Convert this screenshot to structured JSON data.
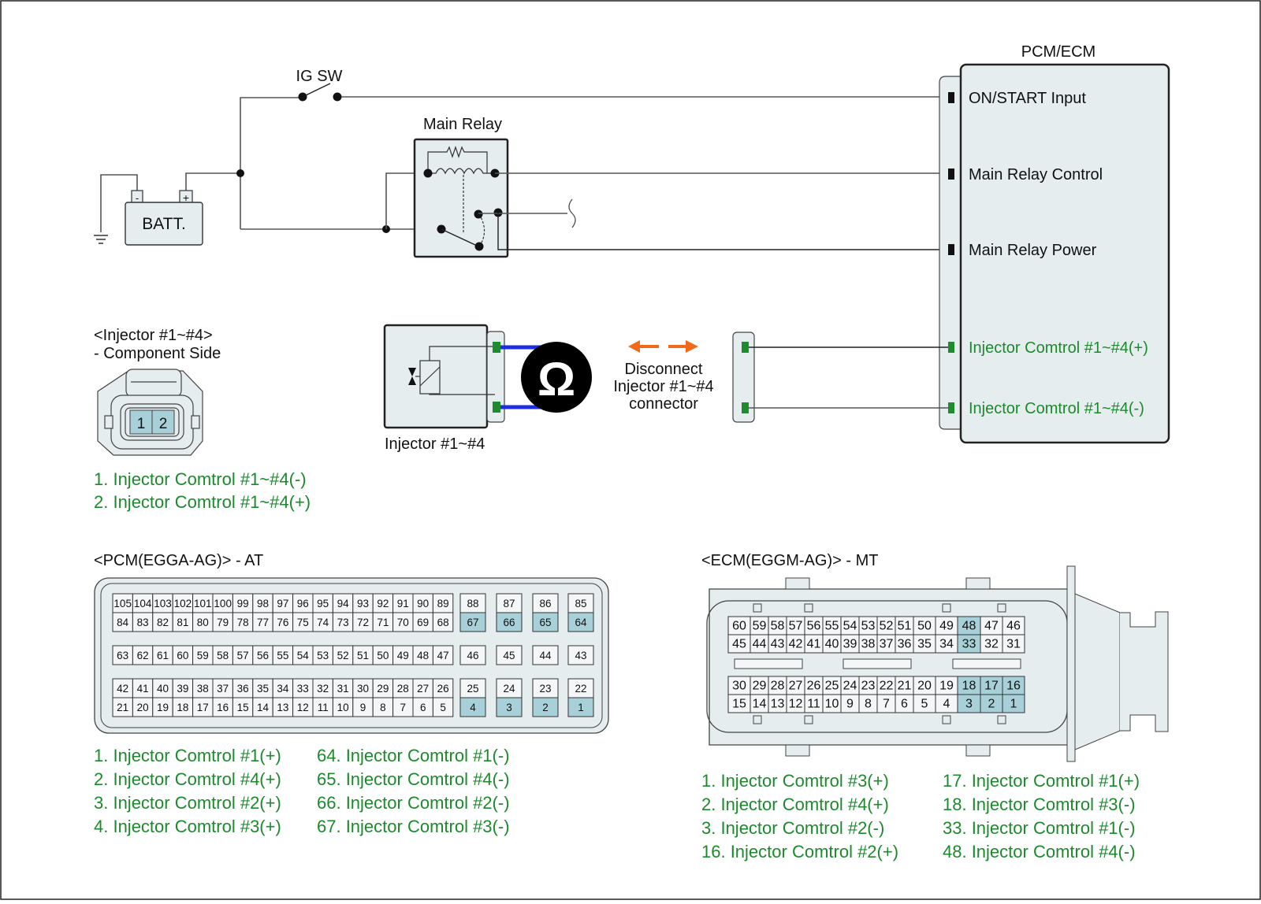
{
  "battery": {
    "label": "BATT.",
    "neg_terminal": "-",
    "pos_terminal": "+"
  },
  "ig_switch": {
    "label": "IG SW"
  },
  "main_relay": {
    "label": "Main Relay"
  },
  "pcm_ecm": {
    "title": "PCM/ECM",
    "pins": [
      {
        "label": "ON/START Input",
        "color": "#111111"
      },
      {
        "label": "Main Relay Control",
        "color": "#111111"
      },
      {
        "label": "Main Relay Power",
        "color": "#111111"
      },
      {
        "label": "Injector Comtrol #1~#4(+)",
        "color": "#1c8a2c"
      },
      {
        "label": "Injector Comtrol #1~#4(-)",
        "color": "#1c8a2c"
      }
    ]
  },
  "injector": {
    "label": "Injector #1~#4",
    "ohmmeter_symbol": "Ω",
    "disconnect_note": [
      "Disconnect",
      "Injector #1~#4",
      "connector"
    ]
  },
  "injector_connector": {
    "title": "<Injector #1~#4>",
    "subtitle": "- Component Side",
    "pins": [
      "1",
      "2"
    ],
    "pin_functions": [
      "1. Injector Comtrol #1~#4(-)",
      "2. Injector Comtrol #1~#4(+)"
    ]
  },
  "pcm_connector": {
    "title": "<PCM(EGGA-AG)> - AT",
    "main_block": {
      "row_top_a": [
        "105",
        "104",
        "103",
        "102",
        "101",
        "100",
        "99",
        "98",
        "97",
        "96",
        "95",
        "94",
        "93",
        "92",
        "91",
        "90",
        "89"
      ],
      "row_top_b": [
        "84",
        "83",
        "82",
        "81",
        "80",
        "79",
        "78",
        "77",
        "76",
        "75",
        "74",
        "73",
        "72",
        "71",
        "70",
        "69",
        "68"
      ],
      "row_mid": [
        "63",
        "62",
        "61",
        "60",
        "59",
        "58",
        "57",
        "56",
        "55",
        "54",
        "53",
        "52",
        "51",
        "50",
        "49",
        "48",
        "47"
      ],
      "row_bot_a": [
        "42",
        "41",
        "40",
        "39",
        "38",
        "37",
        "36",
        "35",
        "34",
        "33",
        "32",
        "31",
        "30",
        "29",
        "28",
        "27",
        "26"
      ],
      "row_bot_b": [
        "21",
        "20",
        "19",
        "18",
        "17",
        "16",
        "15",
        "14",
        "13",
        "12",
        "11",
        "10",
        "9",
        "8",
        "7",
        "6",
        "5"
      ]
    },
    "side_columns": [
      {
        "top": [
          "88",
          "67"
        ],
        "mid": "46",
        "bot": [
          "25",
          "4"
        ]
      },
      {
        "top": [
          "87",
          "66"
        ],
        "mid": "45",
        "bot": [
          "24",
          "3"
        ]
      },
      {
        "top": [
          "86",
          "65"
        ],
        "mid": "44",
        "bot": [
          "23",
          "2"
        ]
      },
      {
        "top": [
          "85",
          "64"
        ],
        "mid": "43",
        "bot": [
          "22",
          "1"
        ]
      }
    ],
    "highlighted_pins": [
      "67",
      "66",
      "65",
      "64",
      "4",
      "3",
      "2",
      "1"
    ],
    "pin_functions_left": [
      "1. Injector Comtrol #1(+)",
      "2. Injector Comtrol #4(+)",
      "3. Injector Comtrol #2(+)",
      "4. Injector Comtrol #3(+)"
    ],
    "pin_functions_right": [
      "64. Injector Comtrol #1(-)",
      "65. Injector Comtrol #4(-)",
      "66. Injector Comtrol #2(-)",
      "67. Injector Comtrol #3(-)"
    ]
  },
  "ecm_connector": {
    "title": "<ECM(EGGM-AG)> - MT",
    "upper_rows": [
      [
        "60",
        "59",
        "58",
        "57",
        "56",
        "55",
        "54",
        "53",
        "52",
        "51",
        "50",
        "49",
        "48",
        "47",
        "46"
      ],
      [
        "45",
        "44",
        "43",
        "42",
        "41",
        "40",
        "39",
        "38",
        "37",
        "36",
        "35",
        "34",
        "33",
        "32",
        "31"
      ]
    ],
    "lower_rows": [
      [
        "30",
        "29",
        "28",
        "27",
        "26",
        "25",
        "24",
        "23",
        "22",
        "21",
        "20",
        "19",
        "18",
        "17",
        "16"
      ],
      [
        "15",
        "14",
        "13",
        "12",
        "11",
        "10",
        "9",
        "8",
        "7",
        "6",
        "5",
        "4",
        "3",
        "2",
        "1"
      ]
    ],
    "highlighted_pins": [
      "48",
      "33",
      "18",
      "17",
      "16",
      "3",
      "2",
      "1"
    ],
    "pin_functions_left": [
      "1. Injector Comtrol #3(+)",
      "2. Injector Comtrol #4(+)",
      "3. Injector Comtrol #2(-)",
      "16. Injector Comtrol #2(+)"
    ],
    "pin_functions_right": [
      "17. Injector Comtrol #1(+)",
      "18. Injector Comtrol #3(-)",
      "33. Injector Comtrol #1(-)",
      "48. Injector Comtrol #4(-)"
    ]
  },
  "colors": {
    "green_text": "#1c8a2c",
    "connector_fill": "#e6edef",
    "highlight_pin": "#a7d0d8",
    "meter_lead": "#1f2de0",
    "disconnect_arrow": "#f06a1a",
    "green_terminal": "#1e8c2e"
  }
}
